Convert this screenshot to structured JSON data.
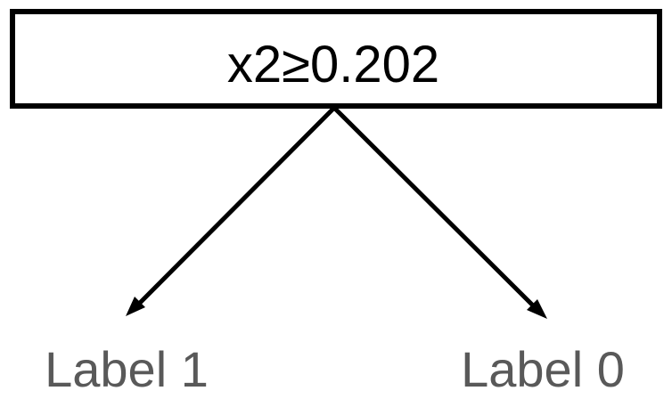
{
  "diagram": {
    "root": {
      "condition": "x2≥0.202"
    },
    "leaves": [
      {
        "label": "Label 1"
      },
      {
        "label": "Label 0"
      }
    ]
  },
  "colors": {
    "root_text": "#000000",
    "leaf_text": "#595959",
    "stroke": "#000000",
    "background": "#ffffff"
  }
}
